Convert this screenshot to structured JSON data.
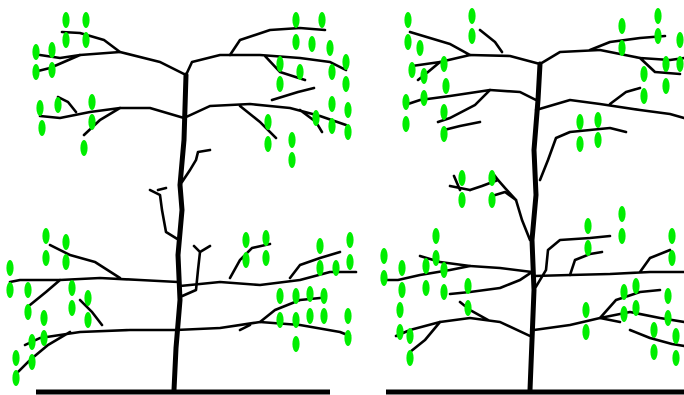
{
  "diagram": {
    "kind": "tree-pruning-illustration",
    "panels": [
      "tree-before",
      "tree-after"
    ],
    "colors": {
      "branch": "#000000",
      "leaf": "#00ee00",
      "background": "#ffffff"
    }
  }
}
